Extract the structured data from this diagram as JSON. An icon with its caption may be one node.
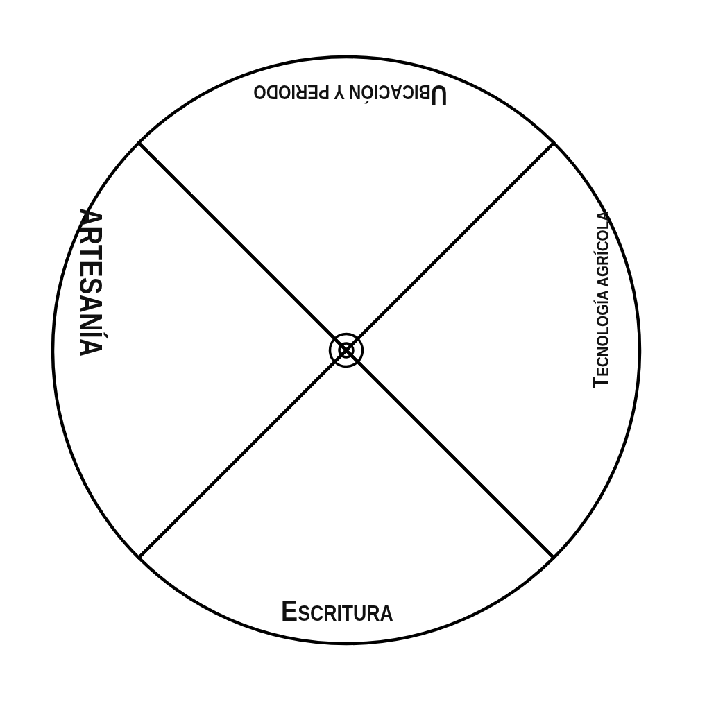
{
  "diagram": {
    "nodes": [
      {
        "text": [
          "UBICACIÓN Y PERIODO"
        ]
      },
      {
        "text": [
          "ARTESANÍA"
        ]
      },
      {
        "text": [
          "TECNOLOGÍA AGRÍCOLA"
        ]
      },
      {
        "text": [
          "ESCRITURA"
        ]
      }
    ]
  }
}
